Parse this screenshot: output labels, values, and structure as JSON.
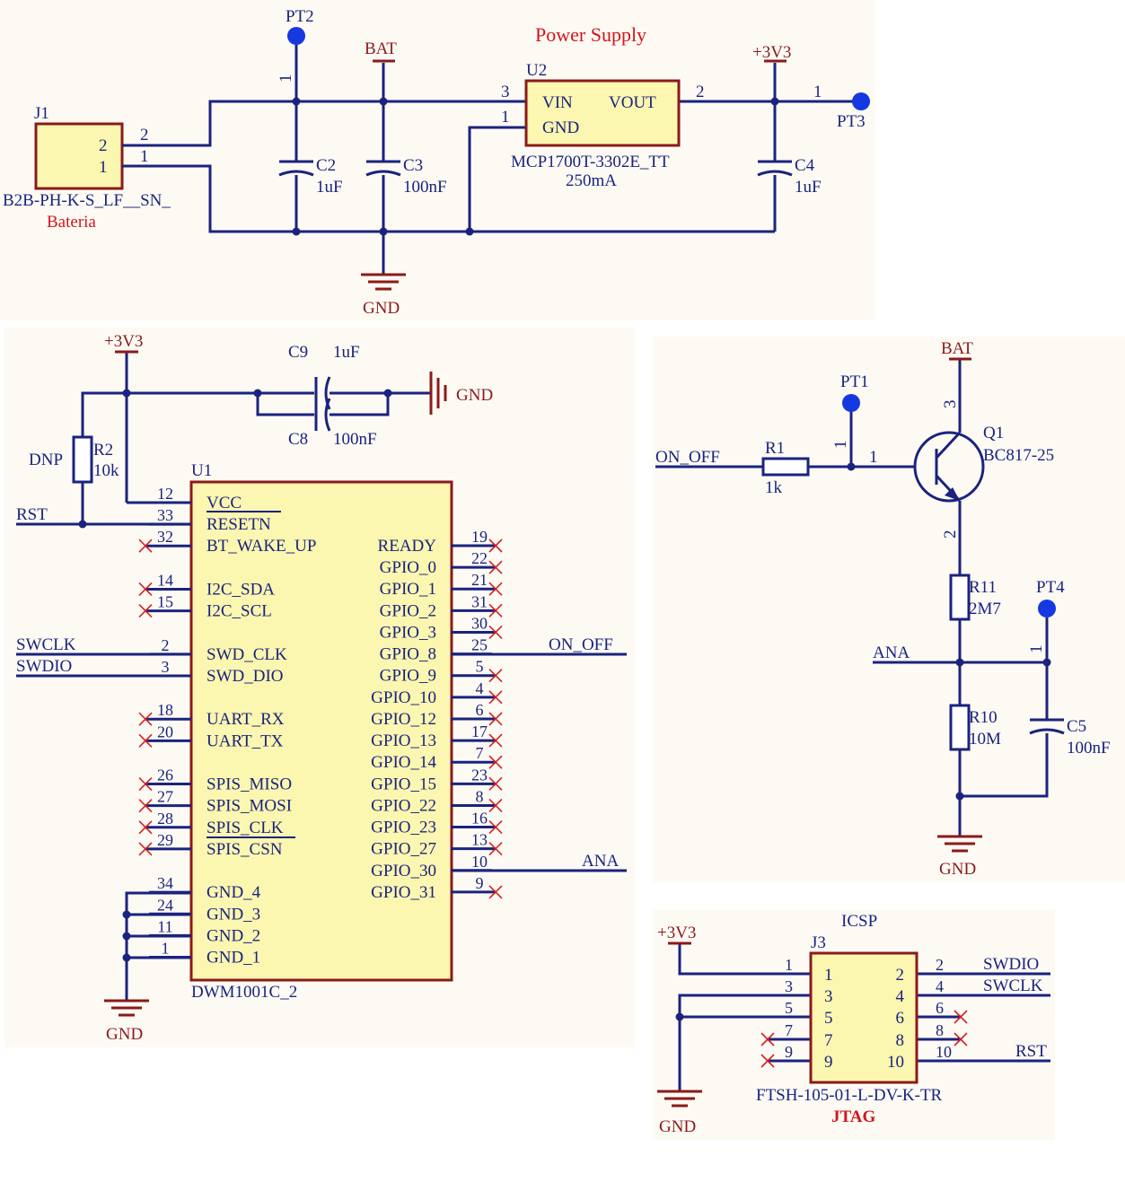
{
  "colors": {
    "wire": "#1a237e",
    "body_stroke": "#8b1a1a",
    "body_fill": "#fbf6b0",
    "label": "#1a237e",
    "power": "#8b1a1a",
    "title": "#d4141c",
    "noconnect": "#d42020",
    "testpoint": "#1638e0",
    "panel": "#fdfaf4"
  },
  "power_supply": {
    "title": "Power Supply",
    "j1": {
      "ref": "J1",
      "part": "B2B-PH-K-S_LF__SN_",
      "desc": "Bateria",
      "pins": [
        "2",
        "1"
      ]
    },
    "pt2": "PT2",
    "pt3": "PT3",
    "pt2_pin": "1",
    "pt3_pin": "1",
    "bat": "BAT",
    "v33": "+3V3",
    "gnd": "GND",
    "c2": {
      "ref": "C2",
      "value": "1uF"
    },
    "c3": {
      "ref": "C3",
      "value": "100nF"
    },
    "c4": {
      "ref": "C4",
      "value": "1uF"
    },
    "u2": {
      "ref": "U2",
      "vin": "VIN",
      "vout": "VOUT",
      "gnd": "GND",
      "pin_vin": "3",
      "pin_gnd": "1",
      "pin_vout": "2",
      "part": "MCP1700T-3302E_TT",
      "current": "250mA"
    }
  },
  "mcu": {
    "v33": "+3V3",
    "gnd": "GND",
    "gnd_cap": "GND",
    "c9": {
      "ref": "C9",
      "value": "1uF"
    },
    "c8": {
      "ref": "C8",
      "value": "100nF"
    },
    "r2": {
      "ref": "R2",
      "value": "10k",
      "note": "DNP"
    },
    "rst": "RST",
    "swclk": "SWCLK",
    "swdio": "SWDIO",
    "on_off": "ON_OFF",
    "ana": "ANA",
    "u1": {
      "ref": "U1",
      "part": "DWM1001C_2",
      "left_pins": [
        {
          "num": "12",
          "name": "VCC",
          "nc": false
        },
        {
          "num": "33",
          "name": "RESETN",
          "nc": false
        },
        {
          "num": "32",
          "name": "BT_WAKE_UP",
          "nc": true
        },
        {
          "num": "14",
          "name": "I2C_SDA",
          "nc": true
        },
        {
          "num": "15",
          "name": "I2C_SCL",
          "nc": true
        },
        {
          "num": "2",
          "name": "SWD_CLK",
          "nc": false
        },
        {
          "num": "3",
          "name": "SWD_DIO",
          "nc": false
        },
        {
          "num": "18",
          "name": "UART_RX",
          "nc": true
        },
        {
          "num": "20",
          "name": "UART_TX",
          "nc": true
        },
        {
          "num": "26",
          "name": "SPIS_MISO",
          "nc": true
        },
        {
          "num": "27",
          "name": "SPIS_MOSI",
          "nc": true
        },
        {
          "num": "28",
          "name": "SPIS_CLK",
          "nc": true
        },
        {
          "num": "29",
          "name": "SPIS_CSN",
          "nc": true
        },
        {
          "num": "34",
          "name": "GND_4",
          "nc": false
        },
        {
          "num": "24",
          "name": "GND_3",
          "nc": false
        },
        {
          "num": "11",
          "name": "GND_2",
          "nc": false
        },
        {
          "num": "1",
          "name": "GND_1",
          "nc": false
        }
      ],
      "right_pins": [
        {
          "num": "19",
          "name": "READY",
          "nc": true
        },
        {
          "num": "22",
          "name": "GPIO_0",
          "nc": true
        },
        {
          "num": "21",
          "name": "GPIO_1",
          "nc": true
        },
        {
          "num": "31",
          "name": "GPIO_2",
          "nc": true
        },
        {
          "num": "30",
          "name": "GPIO_3",
          "nc": true
        },
        {
          "num": "25",
          "name": "GPIO_8",
          "nc": false
        },
        {
          "num": "5",
          "name": "GPIO_9",
          "nc": true
        },
        {
          "num": "4",
          "name": "GPIO_10",
          "nc": true
        },
        {
          "num": "6",
          "name": "GPIO_12",
          "nc": true
        },
        {
          "num": "17",
          "name": "GPIO_13",
          "nc": true
        },
        {
          "num": "7",
          "name": "GPIO_14",
          "nc": true
        },
        {
          "num": "23",
          "name": "GPIO_15",
          "nc": true
        },
        {
          "num": "8",
          "name": "GPIO_22",
          "nc": true
        },
        {
          "num": "16",
          "name": "GPIO_23",
          "nc": true
        },
        {
          "num": "13",
          "name": "GPIO_27",
          "nc": true
        },
        {
          "num": "10",
          "name": "GPIO_30",
          "nc": false
        },
        {
          "num": "9",
          "name": "GPIO_31",
          "nc": true
        }
      ]
    }
  },
  "battery_monitor": {
    "bat": "BAT",
    "gnd": "GND",
    "pt1": "PT1",
    "pt4": "PT4",
    "pt1_pin": "1",
    "pt4_pin": "1",
    "on_off": "ON_OFF",
    "ana": "ANA",
    "r1": {
      "ref": "R1",
      "value": "1k"
    },
    "q1": {
      "ref": "Q1",
      "part": "BC817-25",
      "pin_b": "1",
      "pin_c": "3",
      "pin_e": "2"
    },
    "r11": {
      "ref": "R11",
      "value": "2M7"
    },
    "r10": {
      "ref": "R10",
      "value": "10M"
    },
    "c5": {
      "ref": "C5",
      "value": "100nF"
    }
  },
  "icsp": {
    "title": "ICSP",
    "subtitle": "JTAG",
    "v33": "+3V3",
    "gnd": "GND",
    "swdio": "SWDIO",
    "swclk": "SWCLK",
    "rst": "RST",
    "j3": {
      "ref": "J3",
      "part": "FTSH-105-01-L-DV-K-TR",
      "left_inner": [
        "1",
        "3",
        "5",
        "7",
        "9"
      ],
      "right_inner": [
        "2",
        "4",
        "6",
        "8",
        "10"
      ],
      "left_outer": [
        "1",
        "3",
        "5",
        "7",
        "9"
      ],
      "right_outer": [
        "2",
        "4",
        "6",
        "8",
        "10"
      ]
    }
  }
}
